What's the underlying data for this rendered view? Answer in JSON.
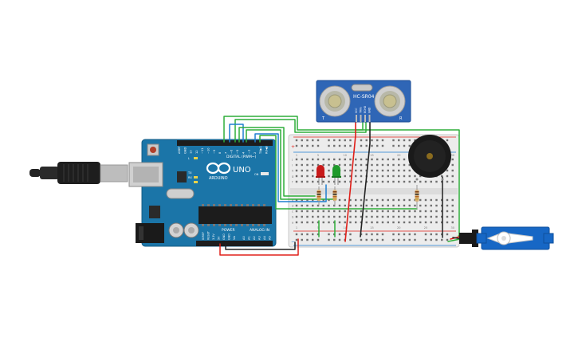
{
  "arduino": {
    "logo_text": "ARDUINO",
    "model_text": "UNO",
    "digital_header_label": "DIGITAL (PWM~)",
    "power_header_label": "POWER",
    "analog_header_label": "ANALOG IN",
    "tx_label": "TX",
    "rx_label": "RX",
    "on_label": "ON",
    "l_label": "L",
    "digital_pins": [
      "AREF",
      "GND",
      "13",
      "12",
      "~11",
      "~10",
      "~9",
      "8",
      "7",
      "~6",
      "~5",
      "4",
      "~3",
      "2",
      "TX▶1",
      "RX◀0"
    ],
    "power_pins": [
      "IOREF",
      "RESET",
      "3.3V",
      "5V",
      "GND",
      "GND",
      "Vin"
    ],
    "analog_pins": [
      "A0",
      "A1",
      "A2",
      "A3",
      "A4",
      "A5"
    ]
  },
  "sensor": {
    "model_label": "HC-SR04",
    "pin_labels": [
      "VCC",
      "TRIG",
      "ECHO",
      "GND"
    ],
    "left_corner_label": "T",
    "right_corner_label": "R"
  },
  "breadboard": {
    "column_numbers": [
      "1",
      "5",
      "10",
      "15",
      "20",
      "25",
      "30"
    ],
    "row_letters_top": [
      "j",
      "i",
      "h",
      "g",
      "f"
    ],
    "row_letters_bottom": [
      "e",
      "d",
      "c",
      "b",
      "a"
    ],
    "rail_plus": "+",
    "rail_minus": "−"
  },
  "colors": {
    "board_blue": "#1b75a8",
    "wire_green": "#2fae3a",
    "wire_blue": "#1f7ed0",
    "wire_red": "#e0201a",
    "wire_black": "#222222",
    "led_red": "#c81a1a",
    "led_green": "#1f9a2a",
    "servo_blue": "#1767c5"
  }
}
